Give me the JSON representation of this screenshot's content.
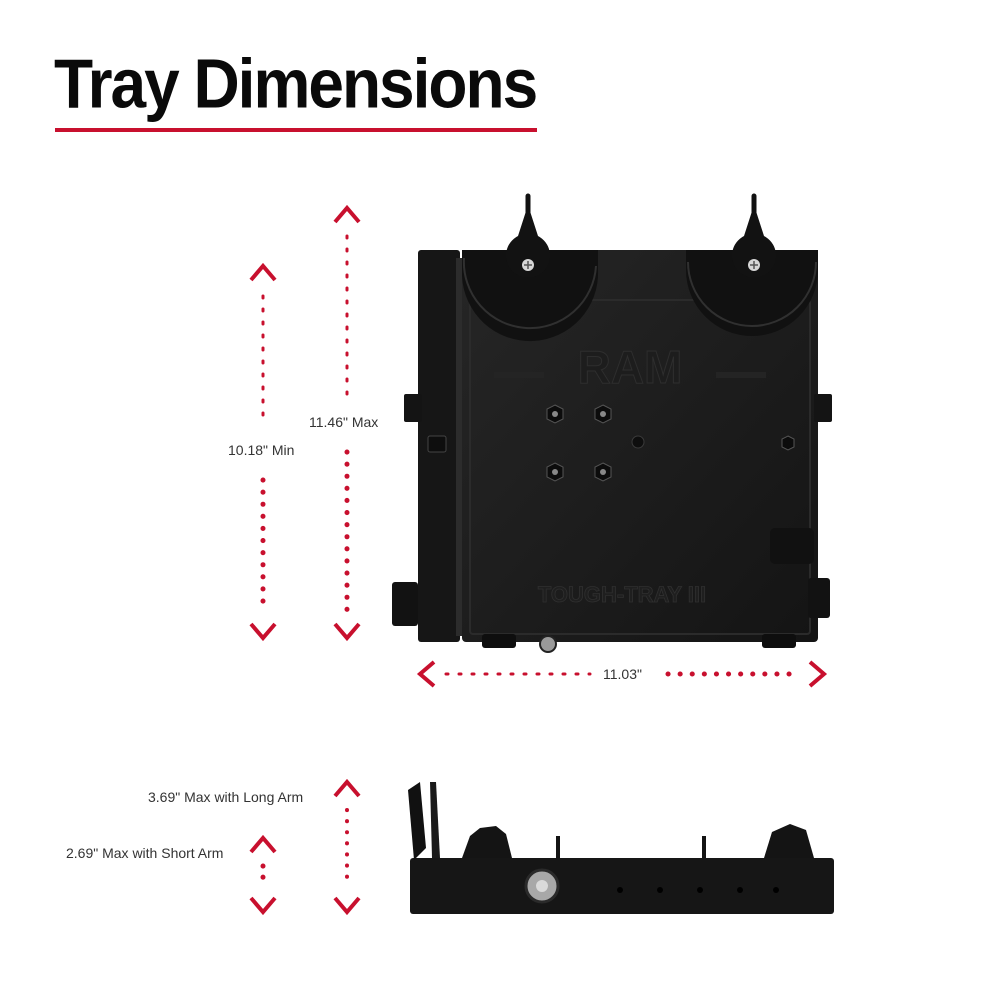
{
  "title": "Tray Dimensions",
  "colors": {
    "accent": "#c8102e",
    "product": "#1b1b1b",
    "text": "#333333"
  },
  "dimensions": {
    "min_height": "10.18\" Min",
    "max_height": "11.46\" Max",
    "width": "11.03\"",
    "long_arm": "3.69\" Max with Long Arm",
    "short_arm": "2.69\" Max with Short Arm"
  },
  "embossing": {
    "logo": "RAM",
    "product_name": "TOUGH-TRAY III"
  }
}
